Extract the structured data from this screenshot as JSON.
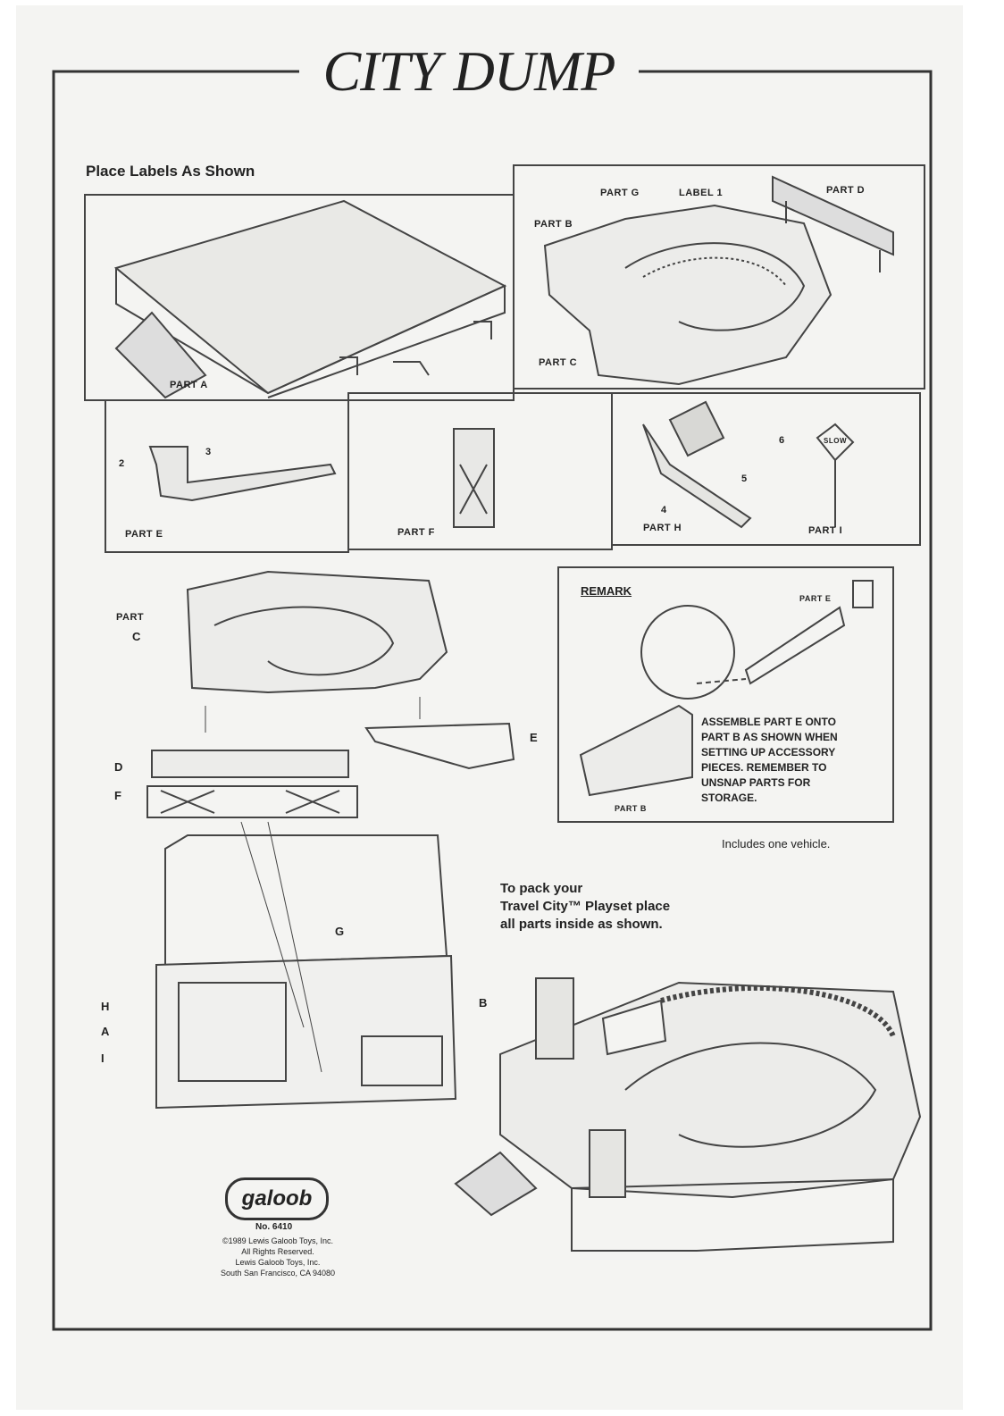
{
  "title": "CITY DUMP",
  "header_label": "Place Labels As Shown",
  "panel1": {
    "part_a": "PART A"
  },
  "panel2": {
    "part_g": "PART G",
    "label_1": "LABEL 1",
    "part_d": "PART D",
    "part_b": "PART B",
    "part_c": "PART C"
  },
  "panel3": {
    "num_2": "2",
    "num_3": "3",
    "part_e": "PART E"
  },
  "panel4": {
    "part_f": "PART F"
  },
  "panel5": {
    "num_4": "4",
    "num_5": "5",
    "num_6": "6",
    "part_h": "PART H",
    "part_i": "PART I",
    "sign": "SLOW"
  },
  "exploded": {
    "part_c_line1": "PART",
    "part_c_line2": "C",
    "d": "D",
    "f": "F",
    "e": "E",
    "g": "G",
    "h": "H",
    "a": "A",
    "i": "I",
    "b": "B"
  },
  "remark": {
    "title": "REMARK",
    "part_e": "PART E",
    "part_b": "PART B",
    "text": "ASSEMBLE PART E ONTO\nPART B AS SHOWN WHEN\nSETTING UP ACCESSORY\nPIECES. REMEMBER TO\nUNSNAP PARTS FOR\nSTORAGE."
  },
  "includes": "Includes one vehicle.",
  "pack_text": "To pack your\nTravel City™ Playset place\nall parts inside as shown.",
  "brand": {
    "logo": "galoob",
    "model": "No. 6410",
    "copyright": "©1989 Lewis Galoob Toys, Inc.\nAll Rights Reserved.\nLewis Galoob Toys, Inc.\nSouth San Francisco, CA 94080"
  }
}
